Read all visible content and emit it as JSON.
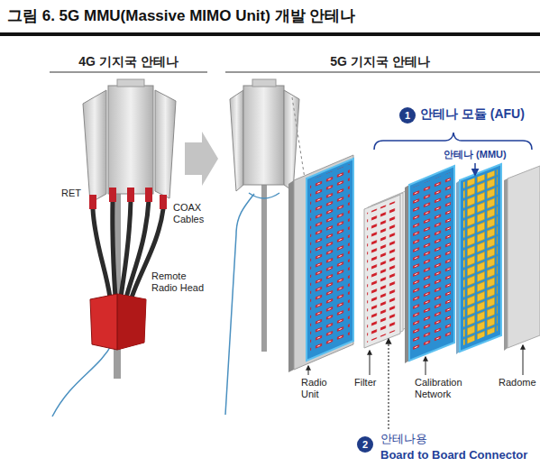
{
  "diagram": {
    "title": "그림 6. 5G MMU(Massive MIMO Unit) 개발 안테나",
    "nodes": [
      {
        "text": [
          "1"
        ]
      },
      {
        "text": [
          "2"
        ]
      }
    ],
    "labels": [
      "4G 기지국 안테나",
      "5G 기지국 안테나",
      "RET",
      "COAX Cables",
      "Remote Radio Head",
      "안테나 모듈 (AFU)",
      "안테나 (MMU)",
      "Radio Unit",
      "Filter",
      "Calibration Network",
      "Radome",
      "안테나용",
      "Board to Board Connector"
    ]
  }
}
